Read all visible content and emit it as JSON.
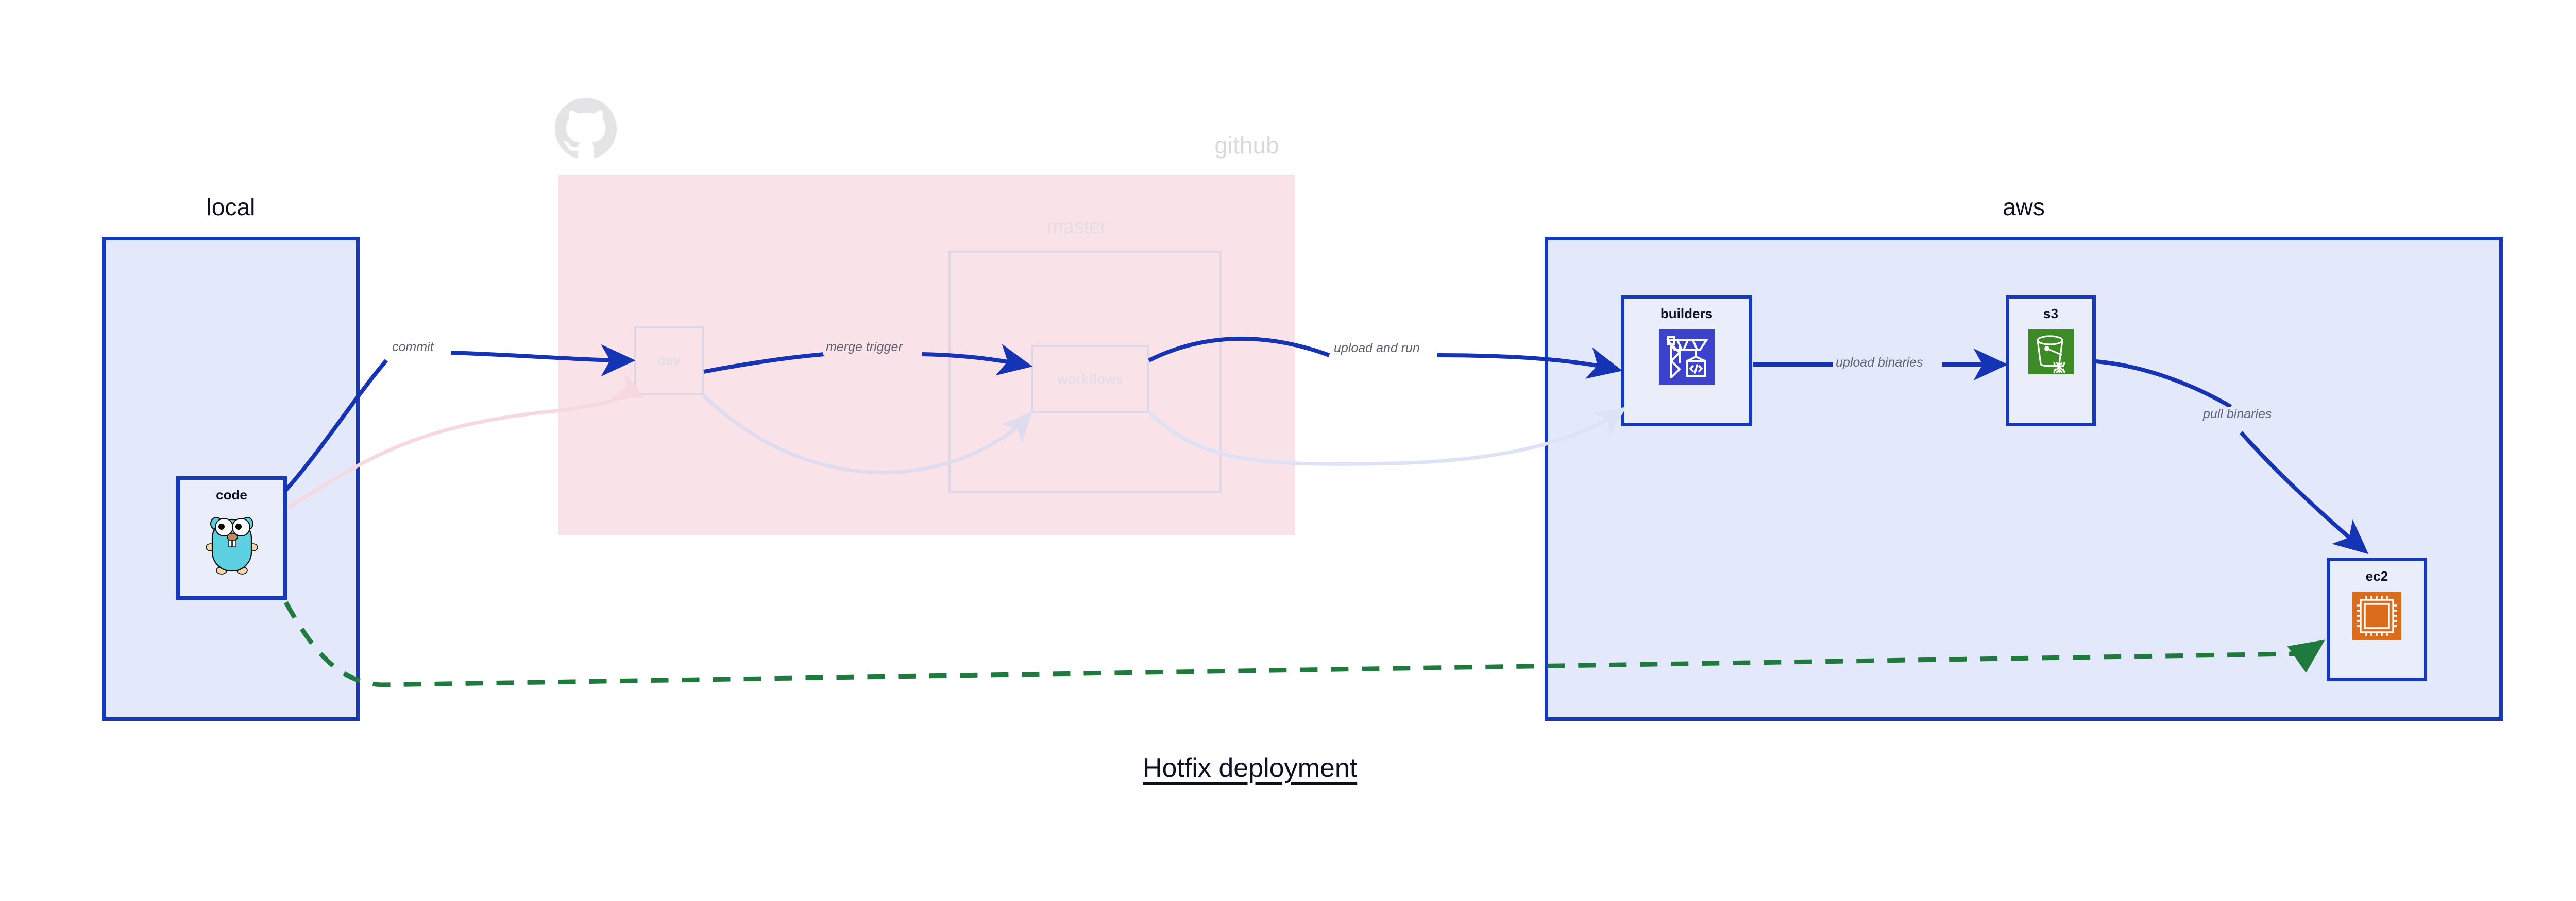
{
  "title": "Hotfix deployment",
  "groups": [
    {
      "id": "local",
      "label": "local"
    },
    {
      "id": "github",
      "label": "github"
    },
    {
      "id": "aws",
      "label": "aws"
    }
  ],
  "github": {
    "label": "github",
    "logo_icon": "github-octocat-icon",
    "subgroup_label": "master",
    "nodes": [
      {
        "id": "dev",
        "label": "dev"
      },
      {
        "id": "workflows",
        "label": "workflows"
      }
    ]
  },
  "local": {
    "label": "local",
    "nodes": [
      {
        "id": "code",
        "label": "code",
        "icon": "go-gopher-icon"
      }
    ]
  },
  "aws": {
    "label": "aws",
    "nodes": [
      {
        "id": "builders",
        "label": "builders",
        "icon": "aws-codebuild-crane-icon"
      },
      {
        "id": "s3",
        "label": "s3",
        "icon": "aws-s3-glacier-bucket-icon"
      },
      {
        "id": "ec2",
        "label": "ec2",
        "icon": "aws-ec2-chip-icon"
      }
    ]
  },
  "edges": [
    {
      "id": "commit",
      "label": "commit",
      "from": "code",
      "to": "dev",
      "style": "solid-blue"
    },
    {
      "id": "merge-trigger",
      "label": "merge trigger",
      "from": "dev",
      "to": "workflows",
      "style": "solid-blue"
    },
    {
      "id": "upload-and-run",
      "label": "upload and run",
      "from": "workflows",
      "to": "builders",
      "style": "solid-blue"
    },
    {
      "id": "upload-binaries",
      "label": "upload binaries",
      "from": "builders",
      "to": "s3",
      "style": "solid-blue"
    },
    {
      "id": "pull-binaries",
      "label": "pull binaries",
      "from": "s3",
      "to": "ec2",
      "style": "solid-blue"
    },
    {
      "id": "hotfix-direct",
      "label": "",
      "from": "code",
      "to": "ec2",
      "style": "dashed-green"
    },
    {
      "id": "faded-code-dev",
      "label": "",
      "from": "code",
      "to": "dev",
      "style": "faded-pink"
    },
    {
      "id": "faded-dev-wf",
      "label": "",
      "from": "dev",
      "to": "workflows",
      "style": "faded-lavender"
    },
    {
      "id": "faded-wf-build",
      "label": "",
      "from": "workflows",
      "to": "builders",
      "style": "faded-lavender"
    }
  ],
  "colors": {
    "group_border_blue": "#1539ba",
    "group_fill_blue": "#e3e8fa",
    "group_fill_pink": "#fae3e8",
    "node_fill": "#eaeefb",
    "arrow_blue": "#1433b5",
    "arrow_green": "#1f7a3d",
    "label_grey": "#5c6270",
    "faded_grey": "#e2dde9",
    "gopher_cyan": "#5ccfe1",
    "codebuild_blue": "#3c42cc",
    "s3_green": "#3d8b26",
    "ec2_orange": "#da6c1c",
    "title_dark": "#0d1020"
  }
}
